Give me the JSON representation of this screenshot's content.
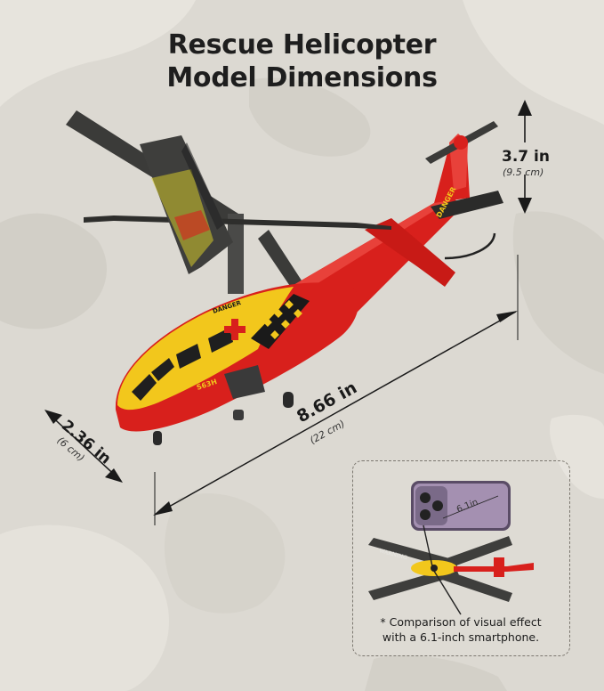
{
  "title": {
    "line1": "Rescue Helicopter",
    "line2": "Model Dimensions"
  },
  "dimensions": {
    "height": {
      "main": "3.7 in",
      "sub": "(9.5 cm)"
    },
    "length": {
      "main": "8.66 in",
      "sub": "(22 cm)"
    },
    "width": {
      "main": "2.36 in",
      "sub": "(6 cm)"
    }
  },
  "helicopter_markings": {
    "tail_text": "DANGER",
    "nose_text": "DANGER",
    "id_text": "S63H"
  },
  "inset": {
    "phone_label": "6.1in",
    "rotor_text": "WARNING",
    "caption_line1": "* Comparison of visual effect",
    "caption_line2": "with a 6.1-inch smartphone."
  },
  "colors": {
    "background": "#dcd9d2",
    "body_red": "#d8201c",
    "body_yellow": "#f2c71c",
    "rotor": "#3d3d3b",
    "text": "#1e1e1e"
  }
}
